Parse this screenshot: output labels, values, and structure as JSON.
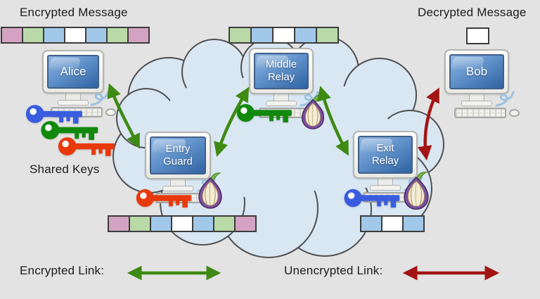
{
  "labels": {
    "encrypted_message": "Encrypted Message",
    "decrypted_message": "Decrypted Message",
    "shared_keys": "Shared Keys",
    "encrypted_link": "Encrypted Link:",
    "unencrypted_link": "Unencrypted Link:"
  },
  "nodes": {
    "alice": {
      "label": "Alice"
    },
    "entry_guard": {
      "line1": "Entry",
      "line2": "Guard"
    },
    "middle_relay": {
      "line1": "Middle",
      "line2": "Relay"
    },
    "exit_relay": {
      "line1": "Exit",
      "line2": "Relay"
    },
    "bob": {
      "label": "Bob"
    }
  },
  "message_rows": {
    "near_alice": [
      "pink",
      "green",
      "blue",
      "white",
      "blue",
      "green",
      "pink"
    ],
    "near_entry_guard": [
      "pink",
      "green",
      "blue",
      "white",
      "blue",
      "green",
      "pink"
    ],
    "near_middle_relay": [
      "green",
      "blue",
      "white",
      "blue",
      "green"
    ],
    "near_exit_relay": [
      "blue",
      "white",
      "blue"
    ],
    "near_bob": [
      "white"
    ]
  },
  "colors": {
    "background": "#e3e3e3",
    "cell_pink": "#d4a3c3",
    "cell_green": "#b9d9a6",
    "cell_blue": "#a1c8e9",
    "cell_white": "#ffffff",
    "cell_border": "#3c3c3c",
    "encrypted_arrow": "#3e8a12",
    "unencrypted_arrow": "#a31414",
    "key_blue": "#3a5de0",
    "key_green": "#11890d",
    "key_orange": "#e8390c",
    "cloud_fill": "#d9e7f3",
    "cloud_stroke": "#4f4f4f"
  }
}
